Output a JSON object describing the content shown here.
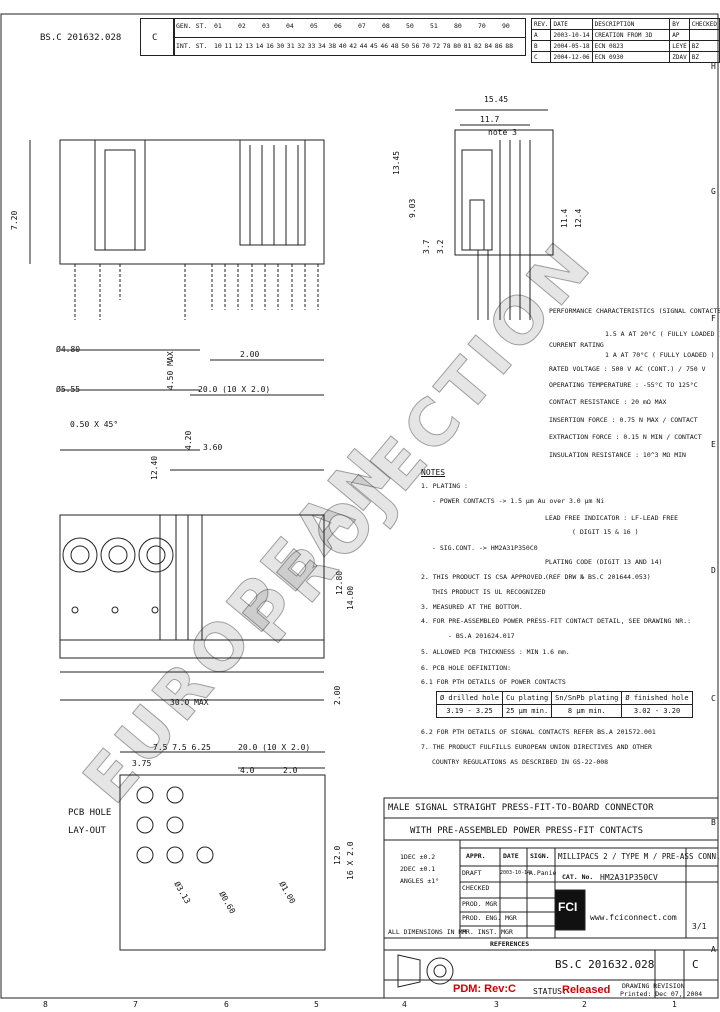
{
  "title_block": {
    "doc_number": "BS.C 201632.028",
    "rev_letter": "C",
    "title_line1": "MALE SIGNAL STRAIGHT PRESS-FIT-TO-BOARD CONNECTOR",
    "title_line2": "WITH PRE-ASSEMBLED POWER PRESS-FIT CONTACTS",
    "product_name": "MILLIPACS 2 / TYPE M / PRE-ASS CONN.",
    "cat_label": "CAT. No.",
    "cat_number": "HM2A31P350CV",
    "website": "www.fciconnect.com",
    "sheet": "3/1",
    "appr_label": "APPR.",
    "date_label": "DATE",
    "sign_label": "SIGN.",
    "draft_label": "DRAFT",
    "draft_date": "2003-10-14",
    "draft_sign": "A.Panie",
    "checked_label": "CHECKED",
    "prod_mgr": "PROD. MGR",
    "prod_eng": "PROD. ENG. MGR",
    "pr_inst": "PR. INST. MGR",
    "tol1": "1DEC ±0.2",
    "tol2": "2DEC ±0.1",
    "tol3": "ANGLES ±1°",
    "dims_note": "ALL DIMENSIONS IN MM",
    "references": "REFERENCES",
    "drawing_revision": "DRAWING REVISION",
    "pdm_rev": "PDM: Rev:C",
    "status_label": "STATUS:",
    "status_value": "Released",
    "printed": "Printed: Dec 07, 2004"
  },
  "revisions": [
    {
      "rev": "A",
      "date": "2003-10-14",
      "desc": "CREATION FROM 3D",
      "by": "AP",
      "chk": ""
    },
    {
      "rev": "B",
      "date": "2004-05-18",
      "desc": "ECN 0823",
      "by": "LEYE",
      "chk": "BZ"
    },
    {
      "rev": "C",
      "date": "2004-12-06",
      "desc": "ECN 0930",
      "by": "ZDAV",
      "chk": "BZ"
    }
  ],
  "rev_header": {
    "rev": "REV.",
    "date": "DATE",
    "desc": "DESCRIPTION",
    "by": "BY",
    "chk": "CHECKED"
  },
  "position_header": {
    "row1_label": "GEN. ST.",
    "row2_label": "INT. ST.",
    "row1": [
      "01",
      "02",
      "03",
      "04",
      "05",
      "06",
      "07",
      "08",
      "50",
      "51",
      "80",
      "70",
      "90"
    ],
    "row2": [
      "10",
      "11",
      "12",
      "13",
      "14",
      "16",
      "30",
      "31",
      "32",
      "33",
      "34",
      "38",
      "40",
      "42",
      "44",
      "45",
      "46",
      "48",
      "50",
      "56",
      "70",
      "72",
      "78",
      "80",
      "81",
      "82",
      "84",
      "86",
      "88"
    ]
  },
  "border_letters_right": [
    "H",
    "G",
    "F",
    "E",
    "D",
    "C",
    "B",
    "A"
  ],
  "border_numbers_bottom": [
    "8",
    "7",
    "6",
    "5",
    "4",
    "3",
    "2",
    "1"
  ],
  "dims": {
    "d1": "15.45",
    "d2": "11.7",
    "d3": "note 3",
    "d4": "13.45",
    "d5": "9.03",
    "d6": "3.7",
    "d7": "3.2",
    "d8": "11.4",
    "d9": "12.4",
    "d10": "7.20",
    "d11": "Ø4.80",
    "d12": "Ø5.55",
    "d13": "2.00",
    "d14": "4.50 MAX",
    "d15": "20.0 (10 X 2.0)",
    "d16": "0.50 X 45°",
    "d17": "12.40",
    "d18": "4.20",
    "d19": "3.60",
    "d20": "14.00",
    "d21": "12.80",
    "d22": "2.00",
    "d23": "30.0 MAX",
    "d24": "7.5  7.5  6.25",
    "d25": "20.0 (10 X 2.0)",
    "d26": "3.75",
    "d27": "4.0",
    "d28": "2.0",
    "d29": "12.0",
    "d30": "16 X 2.0",
    "d31": "Ø3.13",
    "d32": "Ø0.60",
    "d33": "Ø1.00"
  },
  "pcb_label1": "PCB HOLE",
  "pcb_label2": "LAY-OUT",
  "performance": {
    "title": "PERFORMANCE CHARACTERISTICS (SIGNAL CONTACTS)",
    "rows": [
      "1.5 A AT 20°C ( FULLY LOADED )",
      "CURRENT RATING",
      "1 A AT 70°C ( FULLY LOADED )",
      "RATED VOLTAGE : 500 V AC (CONT.) / 750 V",
      "OPERATING TEMPERATURE : -55°C TO 125°C",
      "CONTACT RESISTANCE : 20 mΩ MAX",
      "INSERTION FORCE : 0.75 N MAX / CONTACT",
      "EXTRACTION FORCE : 0.15 N MIN / CONTACT",
      "INSULATION RESISTANCE : 10^3 MΩ MIN"
    ]
  },
  "notes": {
    "title": "NOTES",
    "n1": "1.  PLATING :",
    "n1a": "- POWER CONTACTS -> 1.5 µm Au over 3.0 µm Ni",
    "n1b": "LEAD FREE INDICATOR : LF-LEAD FREE",
    "n1c": "( DIGIT 15 & 16 )",
    "n1d": "- SIG.CONT. -> HM2A31P350C0",
    "n1e": "PLATING CODE (DIGIT 13 AND 14)",
    "n2a": "2.  THIS PRODUCT IS CSA APPROVED.",
    "n2b": "(REF DRW № BS.C 201644.053)",
    "n2c": "THIS PRODUCT IS UL RECOGNIZED",
    "n3": "3.  MEASURED AT THE BOTTOM.",
    "n4a": "4.  FOR PRE-ASSEMBLED POWER PRESS-FIT CONTACT DETAIL, SEE DRAWING NR.:",
    "n4b": "- BS.A 201624.017",
    "n5": "5.  ALLOWED PCB THICKNESS : MIN 1.6 mm.",
    "n6": "6.  PCB HOLE DEFINITION:",
    "n61": "6.1  FOR PTH DETAILS OF POWER CONTACTS",
    "n62": "6.2  FOR PTH DETAILS OF SIGNAL CONTACTS REFER BS.A 201572.001",
    "n7a": "7.  THE PRODUCT FULFILLS EUROPEAN UNION DIRECTIVES AND OTHER",
    "n7b": "COUNTRY REGULATIONS AS DESCRIBED IN GS-22-008"
  },
  "pth_table": {
    "headers": [
      "Ø drilled hole",
      "Cu plating",
      "Sn/SnPb plating",
      "Ø finished hole"
    ],
    "row": [
      "3.19 - 3.25",
      "25 µm min.",
      "8 µm min.",
      "3.02 - 3.20"
    ]
  },
  "watermarks": [
    "EUROPEAN",
    "PROJECTION"
  ]
}
